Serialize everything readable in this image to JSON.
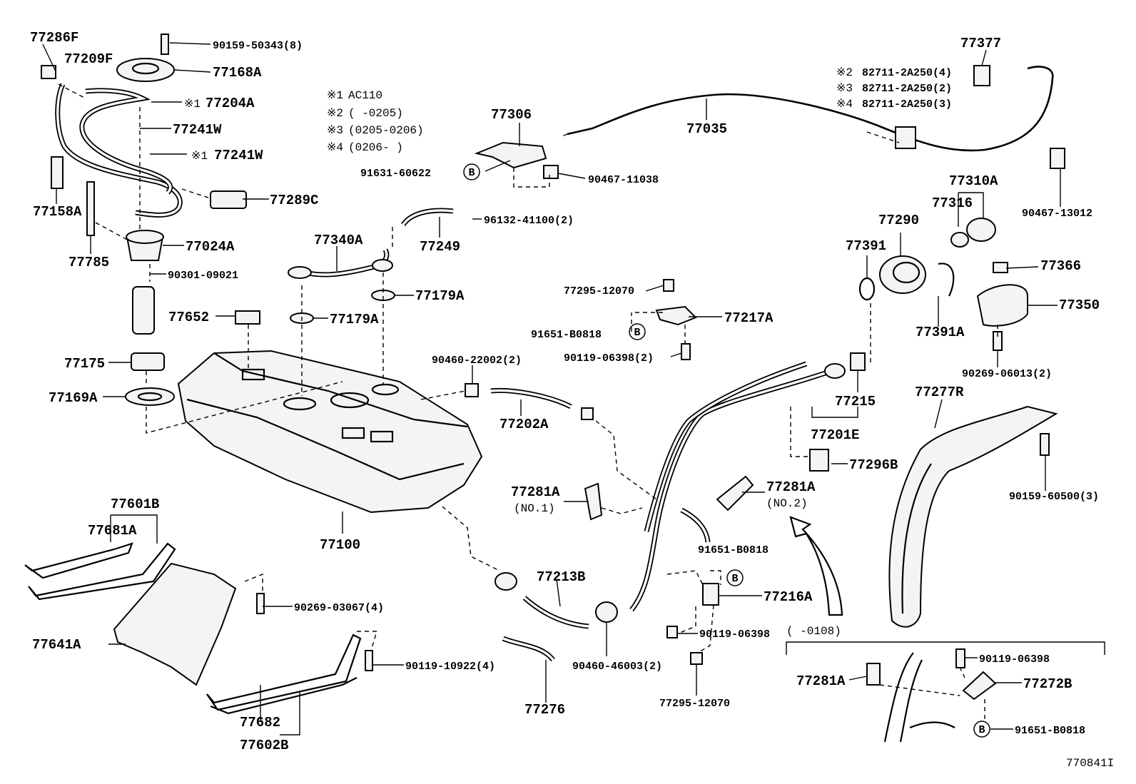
{
  "labels": {
    "p77286F": "77286F",
    "p90159_50343": "90159-50343(8)",
    "p77209F": "77209F",
    "p77168A": "77168A",
    "p77204A": "77204A",
    "p77241W_a": "77241W",
    "p77241W_b": "77241W",
    "p77158A": "77158A",
    "p77289C": "77289C",
    "p77785": "77785",
    "p77024A": "77024A",
    "p90301_09021": "90301-09021",
    "p77652": "77652",
    "p77175": "77175",
    "p77169A": "77169A",
    "p77340A": "77340A",
    "p77249": "77249",
    "p96132_41100": "96132-41100(2)",
    "p77179A_a": "77179A",
    "p77179A_b": "77179A",
    "p90460_22002": "90460-22002(2)",
    "p77202A": "77202A",
    "p77100": "77100",
    "p77601B": "77601B",
    "p77681A": "77681A",
    "p77641A": "77641A",
    "p90269_03067": "90269-03067(4)",
    "p90119_10922": "90119-10922(4)",
    "p77682": "77682",
    "p77602B": "77602B",
    "p77306": "77306",
    "p91631_60622": "91631-60622",
    "p90467_11038": "90467-11038",
    "p77035": "77035",
    "p77377": "77377",
    "p82711_a": "82711-2A250(4)",
    "p82711_b": "82711-2A250(2)",
    "p82711_c": "82711-2A250(3)",
    "p90467_13012": "90467-13012",
    "p77310A": "77310A",
    "p77316": "77316",
    "p77290": "77290",
    "p77391": "77391",
    "p77366": "77366",
    "p77350": "77350",
    "p77391A": "77391A",
    "p90269_06013": "90269-06013(2)",
    "p77295_12070_a": "77295-12070",
    "p77217A": "77217A",
    "p91651_B0818_a": "91651-B0818",
    "p90119_06398_a": "90119-06398(2)",
    "p77215": "77215",
    "p77201E": "77201E",
    "p77277R": "77277R",
    "p77296B": "77296B",
    "p90159_60500": "90159-60500(3)",
    "p77281A_no1": "77281A",
    "no1": "(NO.1)",
    "p77281A_no2": "77281A",
    "no2": "(NO.2)",
    "p91651_B0818_b": "91651-B0818",
    "p77213B": "77213B",
    "p77216A": "77216A",
    "p90119_06398_b": "90119-06398",
    "range_0108": "(     -0108)",
    "p90460_46003": "90460-46003(2)",
    "p77295_12070_b": "77295-12070",
    "p77276": "77276",
    "p77281A_c": "77281A",
    "p90119_06398_c": "90119-06398",
    "p77272B": "77272B",
    "p91651_B0818_c": "91651-B0818",
    "ref_b": "B",
    "figure_code": "770841I"
  },
  "notes": {
    "mark1": "※1",
    "mark2": "※2",
    "mark3": "※3",
    "mark4": "※4",
    "n1": "AC110",
    "n2": "(      -0205)",
    "n3": "(0205-0206)",
    "n4": "(0206-      )"
  },
  "colors": {
    "ink": "#000000",
    "paper": "#ffffff"
  }
}
